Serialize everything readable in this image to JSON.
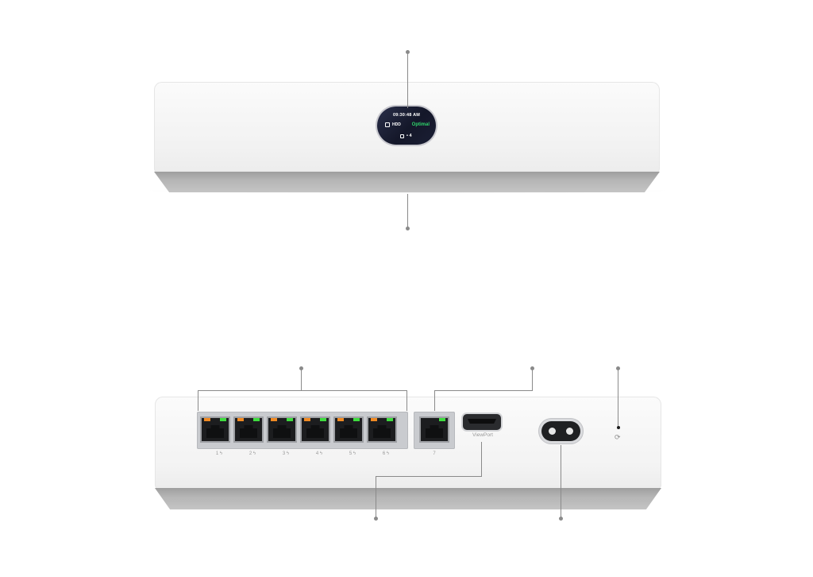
{
  "front": {
    "screen": {
      "time": "09:30:48 AM",
      "hdd_label": "HDD",
      "status": "Optimal",
      "cameras": "• 4"
    }
  },
  "back": {
    "ports": [
      "1",
      "2",
      "3",
      "4",
      "5",
      "6"
    ],
    "port7": "7",
    "hdmi_label": "ViewPort",
    "reset_icon": "⟳"
  },
  "colors": {
    "led_link": "#3fdc3f",
    "led_poe": "#f08a24",
    "status_ok": "#2fd46b"
  }
}
